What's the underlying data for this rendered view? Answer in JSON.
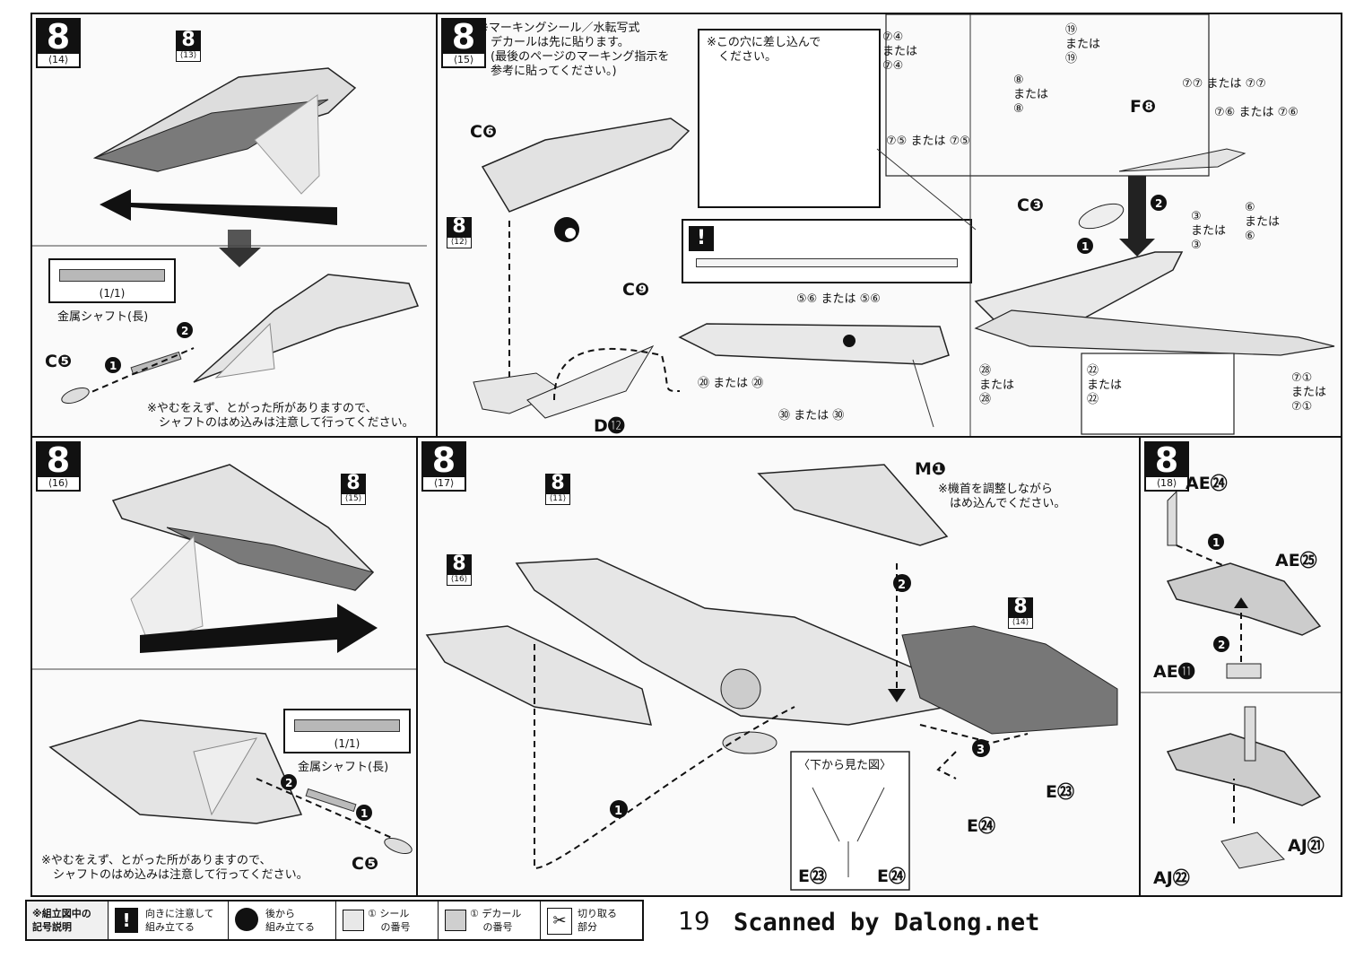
{
  "page": {
    "number": "19",
    "credit": "Scanned by Dalong.net"
  },
  "panels": {
    "p14": {
      "step": "8",
      "sub": "⟨14⟩",
      "ref": {
        "num": "8",
        "sub": "⟨13⟩"
      },
      "shaft_ratio": "(1/1)",
      "shaft_label": "金属シャフト(長)",
      "part": "C❺",
      "note": "※やむをえず、とがった所がありますので、\n　シャフトのはめ込みは注意して行ってください。"
    },
    "p15": {
      "step": "8",
      "sub": "⟨15⟩",
      "ref": {
        "num": "8",
        "sub": "⟨12⟩"
      },
      "note": "※マーキングシール／水転写式\n　デカールは先に貼ります。\n　(最後のページのマーキング指示を\n　参考に貼ってください。)",
      "insert_note": "※この穴に差し込んで\n　ください。",
      "parts": [
        "C❻",
        "C❾",
        "D⓬",
        "F❽",
        "C❸"
      ],
      "markings": [
        "⑦④\nまたは\n⑦④",
        "⑲\nまたは\n⑲",
        "⑧\nまたは\n⑧",
        "⑦⑤ または ⑦⑤",
        "⑦⑦ または ⑦⑦",
        "⑦⑥ または ⑦⑥",
        "③\nまたは\n③",
        "⑥\nまたは\n⑥",
        "⑤⑥ または ⑤⑥",
        "⑳ または ⑳",
        "㉚ または ㉚",
        "㉘\nまたは\n㉘",
        "㉒\nまたは\n㉒",
        "⑦①\nまたは\n⑦①"
      ]
    },
    "p16": {
      "step": "8",
      "sub": "⟨16⟩",
      "ref": {
        "num": "8",
        "sub": "⟨15⟩"
      },
      "shaft_ratio": "(1/1)",
      "shaft_label": "金属シャフト(長)",
      "part": "C❺",
      "note": "※やむをえず、とがった所がありますので、\n　シャフトのはめ込みは注意して行ってください。"
    },
    "p17": {
      "step": "8",
      "sub": "⟨17⟩",
      "refs": [
        {
          "num": "8",
          "sub": "⟨11⟩"
        },
        {
          "num": "8",
          "sub": "⟨16⟩"
        },
        {
          "num": "8",
          "sub": "⟨14⟩"
        }
      ],
      "part_m": "M❶",
      "note": "※機首を調整しながら\n　はめ込んでください。",
      "bottom_view": "〈下から見た図〉",
      "parts": [
        "E㉓",
        "E㉔",
        "E㉓",
        "E㉔"
      ]
    },
    "p18": {
      "step": "8",
      "sub": "⟨18⟩",
      "parts": [
        "AE㉔",
        "AE㉕",
        "AE⓫",
        "AJ㉑",
        "AJ㉒"
      ]
    }
  },
  "legend": {
    "title": "※組立図中の\n記号説明",
    "items": [
      {
        "icon": "exclamation-icon",
        "text": "向きに注意して\n組み立てる"
      },
      {
        "icon": "back-assembly-icon",
        "text": "後から\n組み立てる"
      },
      {
        "icon": "sticker-icon",
        "text": "① シール\n　 の番号"
      },
      {
        "icon": "decal-icon",
        "text": "① デカール\n　 の番号"
      },
      {
        "icon": "cut-icon",
        "text": "切り取る\n部分"
      }
    ]
  }
}
